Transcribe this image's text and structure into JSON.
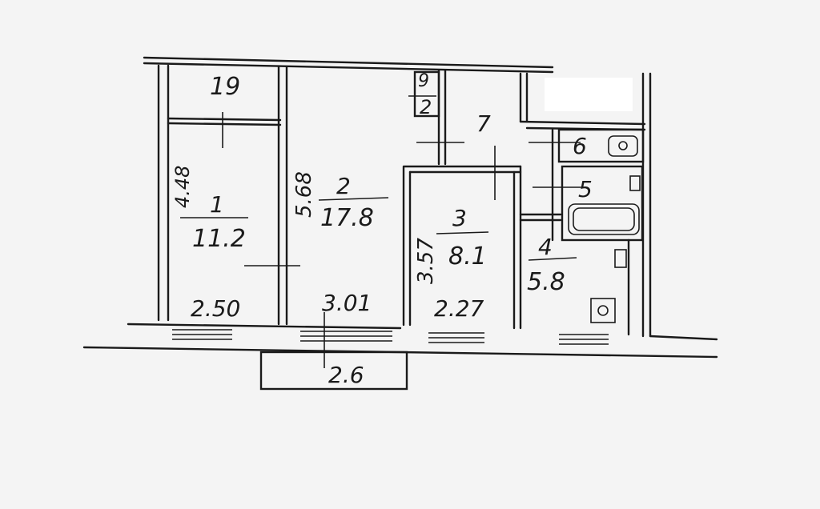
{
  "colors": {
    "paper": "#f4f4f4",
    "ink": "#1a1a1a"
  },
  "rooms": [
    {
      "number": "1",
      "area": "11.2"
    },
    {
      "number": "2",
      "area": "17.8"
    },
    {
      "number": "3",
      "area": "8.1"
    },
    {
      "number": "4",
      "area": "5.8"
    },
    {
      "number": "5"
    },
    {
      "number": "6"
    },
    {
      "number": "7"
    },
    {
      "number": "19"
    }
  ],
  "closet": {
    "number": "9",
    "sub": "2"
  },
  "dimensions": {
    "room1_length": "4.48",
    "room1_width": "2.50",
    "room2_length": "5.68",
    "room2_width": "3.01",
    "room3_length": "3.57",
    "room3_width": "2.27",
    "balcony": "2.6"
  }
}
